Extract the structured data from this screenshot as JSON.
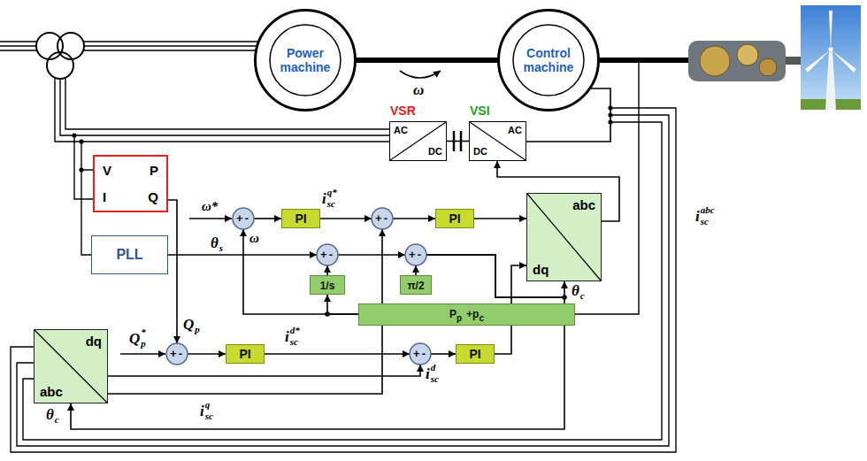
{
  "diagram": {
    "nodes": [
      {
        "text": [
          "Power machine"
        ]
      },
      {
        "text": [
          "Control machine"
        ]
      },
      {
        "text": [
          "VSR",
          "AC",
          "DC"
        ]
      },
      {
        "text": [
          "VSI",
          "AC",
          "DC"
        ]
      },
      {
        "text": [
          "V",
          "P",
          "I",
          "Q"
        ]
      },
      {
        "text": [
          "PLL"
        ]
      },
      {
        "text": [
          "+",
          "-"
        ]
      },
      {
        "text": [
          "PI"
        ]
      },
      {
        "text": [
          "+",
          "-"
        ]
      },
      {
        "text": [
          "PI"
        ]
      },
      {
        "text": [
          "abc",
          "dq"
        ]
      },
      {
        "text": [
          "+",
          "-"
        ]
      },
      {
        "text": [
          "+",
          "-"
        ]
      },
      {
        "text": [
          "1/s"
        ]
      },
      {
        "text": [
          "π/2"
        ]
      },
      {
        "text": [
          "P",
          "p",
          "+p",
          "c"
        ]
      },
      {
        "text": [
          "dq",
          "abc"
        ]
      },
      {
        "text": [
          "+",
          "-"
        ]
      },
      {
        "text": [
          "PI"
        ]
      },
      {
        "text": [
          "+",
          "-"
        ]
      },
      {
        "text": [
          "PI"
        ]
      }
    ],
    "edges": [
      {
        "from": 0,
        "to": 1,
        "arrow": "none"
      },
      {
        "from": 2,
        "to": 3,
        "arrow": "none"
      },
      {
        "from": 3,
        "to": 1,
        "arrow": "none"
      },
      {
        "from": 4,
        "to": 17,
        "arrow": "to"
      },
      {
        "from": 5,
        "to": 11,
        "arrow": "to"
      },
      {
        "from": 6,
        "to": 7,
        "arrow": "to"
      },
      {
        "from": 7,
        "to": 8,
        "arrow": "to"
      },
      {
        "from": 8,
        "to": 9,
        "arrow": "to"
      },
      {
        "from": 9,
        "to": 10,
        "arrow": "to"
      },
      {
        "from": 10,
        "to": 3,
        "arrow": "to"
      },
      {
        "from": 11,
        "to": 12,
        "arrow": "to"
      },
      {
        "from": 13,
        "to": 11,
        "arrow": "to"
      },
      {
        "from": 14,
        "to": 12,
        "arrow": "to"
      },
      {
        "from": 12,
        "to": 10,
        "arrow": "to"
      },
      {
        "from": 12,
        "to": 16,
        "arrow": "to"
      },
      {
        "from": 15,
        "to": 13,
        "arrow": "to"
      },
      {
        "from": 15,
        "to": 6,
        "arrow": "to"
      },
      {
        "from": 16,
        "to": 8,
        "arrow": "to"
      },
      {
        "from": 16,
        "to": 19,
        "arrow": "to"
      },
      {
        "from": 17,
        "to": 18,
        "arrow": "to"
      },
      {
        "from": 18,
        "to": 19,
        "arrow": "to"
      },
      {
        "from": 19,
        "to": 20,
        "arrow": "to"
      },
      {
        "from": 20,
        "to": 10,
        "arrow": "to"
      }
    ],
    "labels": [
      "ω",
      "ω*",
      "ω",
      "i",
      "sc",
      "q*",
      "i",
      "sc",
      "d*",
      "i",
      "sc",
      "d",
      "i",
      "sc",
      "q",
      "i",
      "sc",
      "abc",
      "Q",
      "p",
      "*",
      "Q",
      "p",
      "θ",
      "s",
      "θ",
      "c",
      "θ",
      "c"
    ]
  }
}
